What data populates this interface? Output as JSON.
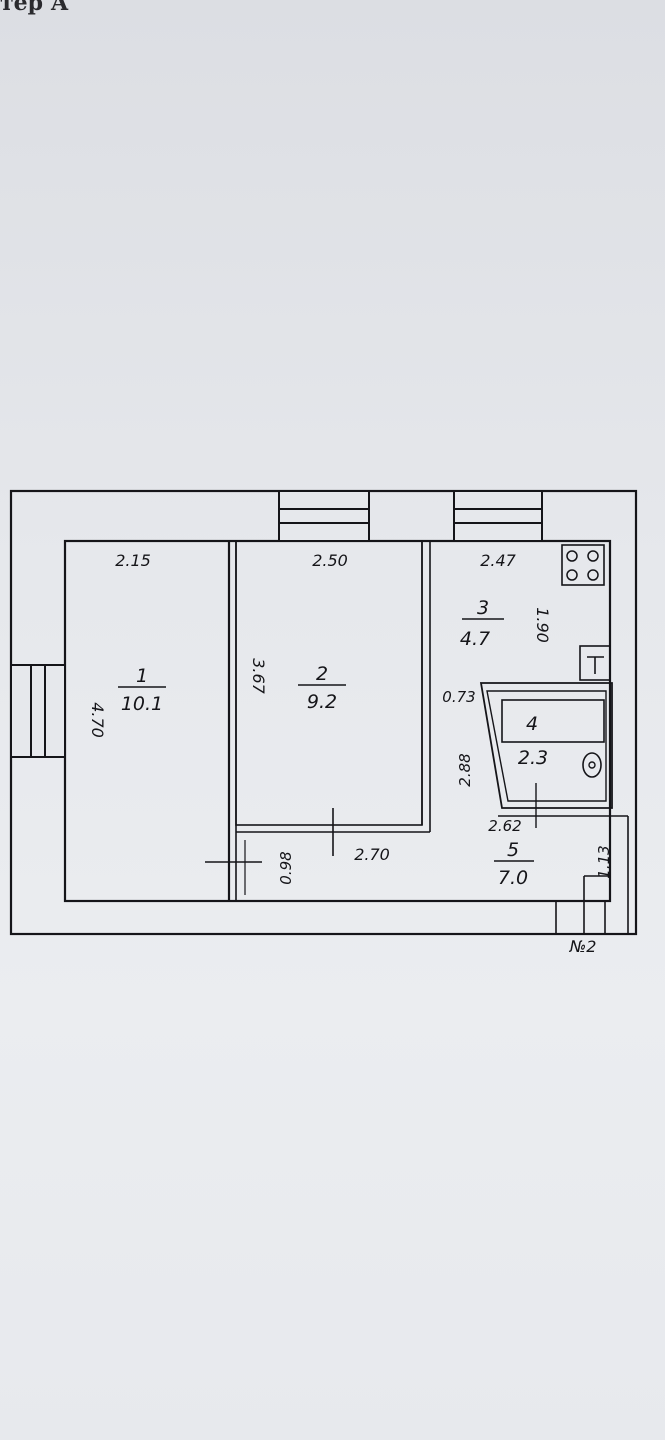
{
  "header": {
    "corner_text": "тер А"
  },
  "rooms": [
    {
      "number": "1",
      "area": "10.1"
    },
    {
      "number": "2",
      "area": "9.2"
    },
    {
      "number": "3",
      "area": "4.7"
    },
    {
      "number": "4",
      "area": "2.3"
    },
    {
      "number": "5",
      "area": "7.0"
    }
  ],
  "dimensions": {
    "room1_width": "2.15",
    "room2_width": "2.50",
    "room3_width": "2.47",
    "room1_height": "4.70",
    "room2_height": "3.67",
    "room3_height": "1.90",
    "bath_offset": "0.73",
    "bath_height": "2.88",
    "bath_width": "2.62",
    "hall_width": "2.70",
    "hall_height": "0.98",
    "entry_height": "1.13"
  },
  "entrance_label": "№2",
  "colors": {
    "ink": "#151519",
    "paper": "#e6e8ec"
  }
}
